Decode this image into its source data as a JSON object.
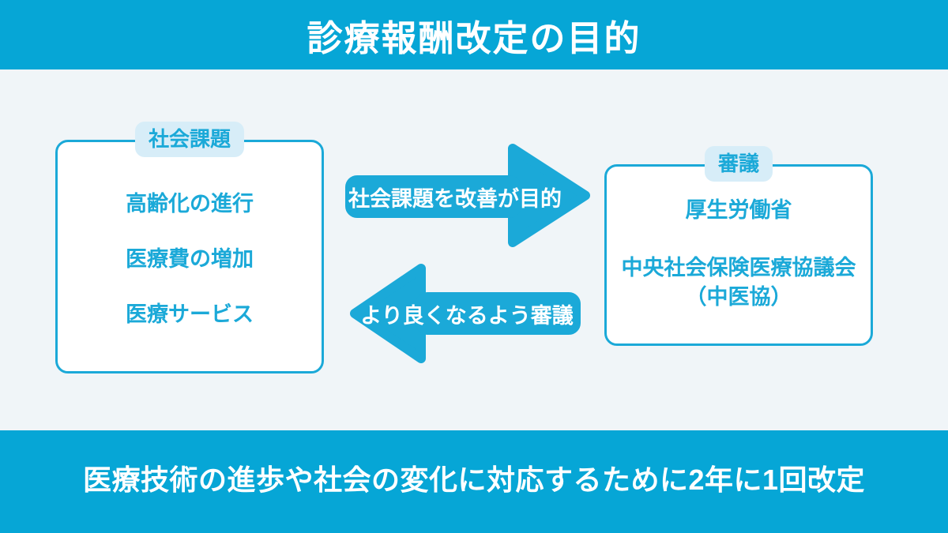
{
  "title": "診療報酬改定の目的",
  "colors": {
    "accent": "#06a6d6",
    "arrow": "#1ba9d8",
    "canvas_bg": "#f0f5f8",
    "pill_bg": "#d7edf8",
    "box_bg": "#ffffff",
    "text_on_accent": "#ffffff"
  },
  "left_box": {
    "label": "社会課題",
    "items": [
      "高齢化の進行",
      "医療費の増加",
      "医療サービス"
    ]
  },
  "right_box": {
    "label": "審議",
    "items": [
      "厚生労働省",
      "中央社会保険医療協議会\n（中医協）"
    ]
  },
  "arrows": {
    "to_right": "社会課題を改善が目的",
    "to_left": "より良くなるよう審議"
  },
  "footer": "医療技術の進歩や社会の変化に対応するために2年に1回改定"
}
